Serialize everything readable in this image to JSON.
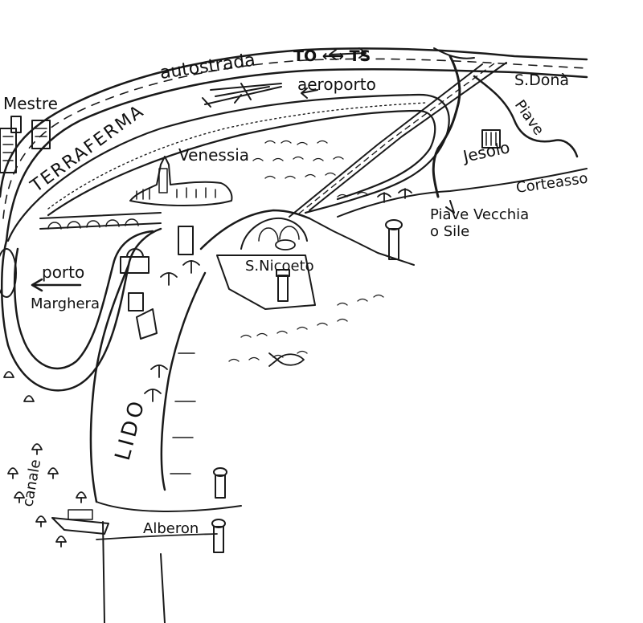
{
  "map": {
    "labels": {
      "autostrada": "autostrada",
      "to_ts": "TO ⟷ TS",
      "aeroporto": "aeroporto",
      "mestre": "Mestre",
      "terraferma": "TERRAFERMA",
      "s_dona": "S.Donà",
      "piave": "Piave",
      "jesolo": "Jesolo",
      "venessia": "Venessia",
      "corteasso": "Corteasso",
      "piave_vecchia": "Piave Vecchia",
      "o_sile": "o Sile",
      "s_nicoleto": "S.Nicoeto",
      "porto": "porto",
      "marghera": "Marghera",
      "lido": "LIDO",
      "canale": "canale",
      "alberoni": "Alberon"
    },
    "colors": {
      "ink": "#1a1a1a",
      "paper": "#ffffff"
    }
  }
}
